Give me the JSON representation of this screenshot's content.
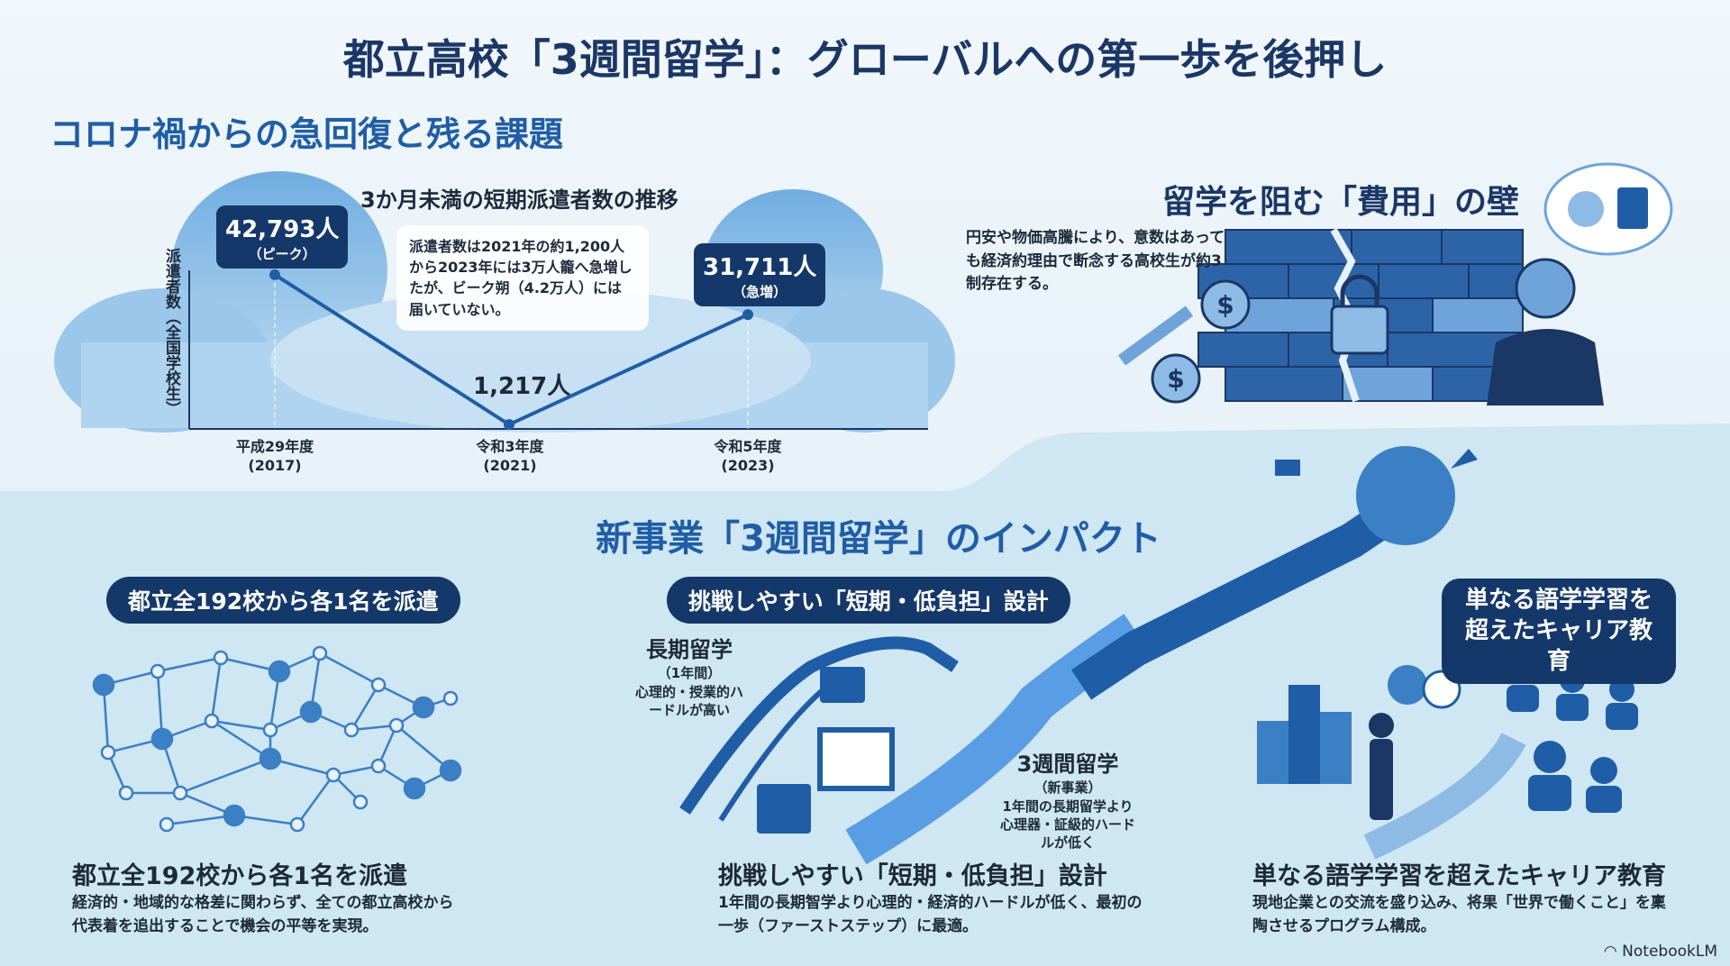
{
  "title": "都立高校「3週間留学」：グローバルへの第一歩を後押し",
  "section1": {
    "heading": "コロナ禍からの急回復と残る課題",
    "chart_title": "3か月未満の短期派遣者数の推移",
    "ylabel": "派遣者数（全国学校生）",
    "note": "派遣者数は2021年の約1,200人から2023年には3万人籠へ急増したが、ビーク朔（4.2万人）には届いていない。",
    "callouts": [
      {
        "value": "42,793人",
        "sub": "（ピーク）"
      },
      {
        "value": "1,217人",
        "sub": ""
      },
      {
        "value": "31,711人",
        "sub": "（急増）"
      }
    ],
    "x_labels": [
      {
        "era": "平成29年度",
        "year": "(2017)"
      },
      {
        "era": "令和3年度",
        "year": "(2021)"
      },
      {
        "era": "令和5年度",
        "year": "(2023)"
      }
    ],
    "wall_title": "留学を阻む「費用」の壁",
    "wall_text": "円安や物価高騰により、意数はあっても経済約理由で断念する高校生が約3制存在する。"
  },
  "chart_data": {
    "type": "line",
    "title": "3か月未満の短期派遣者数の推移",
    "ylabel": "派遣者数（全国学校生）",
    "categories": [
      "平成29年度 (2017)",
      "令和3年度 (2021)",
      "令和5年度 (2023)"
    ],
    "values": [
      42793,
      1217,
      31711
    ],
    "ylim": [
      0,
      45000
    ]
  },
  "section2": {
    "heading": "新事業「3週間留学」のインパクト",
    "col1": {
      "pill": "都立全192校から各1名を派遣",
      "heading": "都立全192校から各1名を派遣",
      "text": "経済的・地域的な格差に関わらず、全ての都立高校から代表着を追出することで機会の平等を実現。"
    },
    "col2": {
      "pill": "挑戦しやすい「短期・低負担」設計",
      "long_title": "長期留学",
      "long_sub": "（1年間）",
      "long_desc": "心理的・授業的ハードルが高い",
      "short_title": "3週間留学",
      "short_sub": "（新事業）",
      "short_desc": "1年間の長期留学より心理器・証級的ハードルが低く",
      "heading": "挑戦しやすい「短期・低負担」設計",
      "text": "1年間の長期智学より心理的・経済的ハードルが低く、最初の一歩（ファーストステップ）に最適。"
    },
    "col3": {
      "bubble": "単なる語学学習を超えたキャリア教育",
      "heading": "単なる語学学習を超えたキャリア教育",
      "text": "現地企業との交流を盛り込み、将果「世界で働くこと」を稟陶させるプログラム構成。"
    }
  },
  "brand": "NotebookLM",
  "colors": {
    "navy": "#15386a",
    "accent": "#1f5ea6",
    "lower_bg": "#cfe6f3"
  }
}
